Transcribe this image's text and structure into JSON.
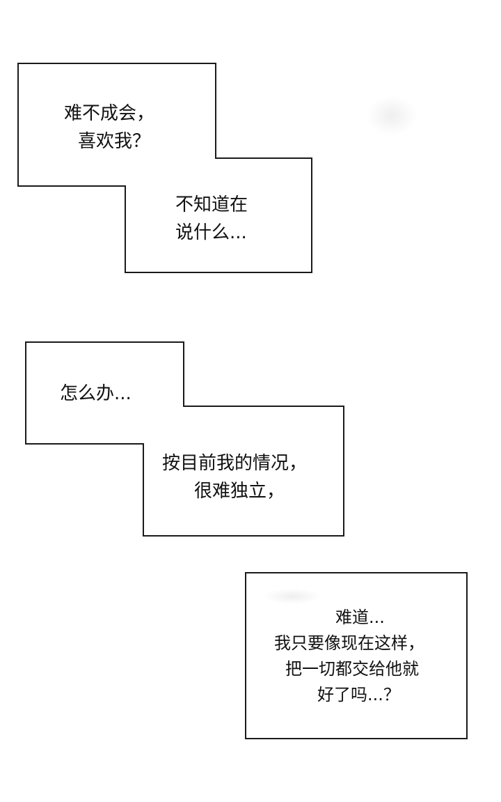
{
  "panel1": {
    "lines": [
      "难不成会，",
      "喜欢我？"
    ]
  },
  "panel2": {
    "lines": [
      "不知道在",
      "说什么..."
    ]
  },
  "panel3": {
    "lines": [
      "怎么办..."
    ]
  },
  "panel4": {
    "lines": [
      "按目前我的情况，",
      "很难独立，"
    ]
  },
  "panel5": {
    "lines": [
      "难道...",
      "我只要像现在这样，",
      "把一切都交给他就",
      "好了吗...？"
    ]
  },
  "colors": {
    "background": "#ffffff",
    "border": "#1a1a1a",
    "text": "#111111"
  }
}
